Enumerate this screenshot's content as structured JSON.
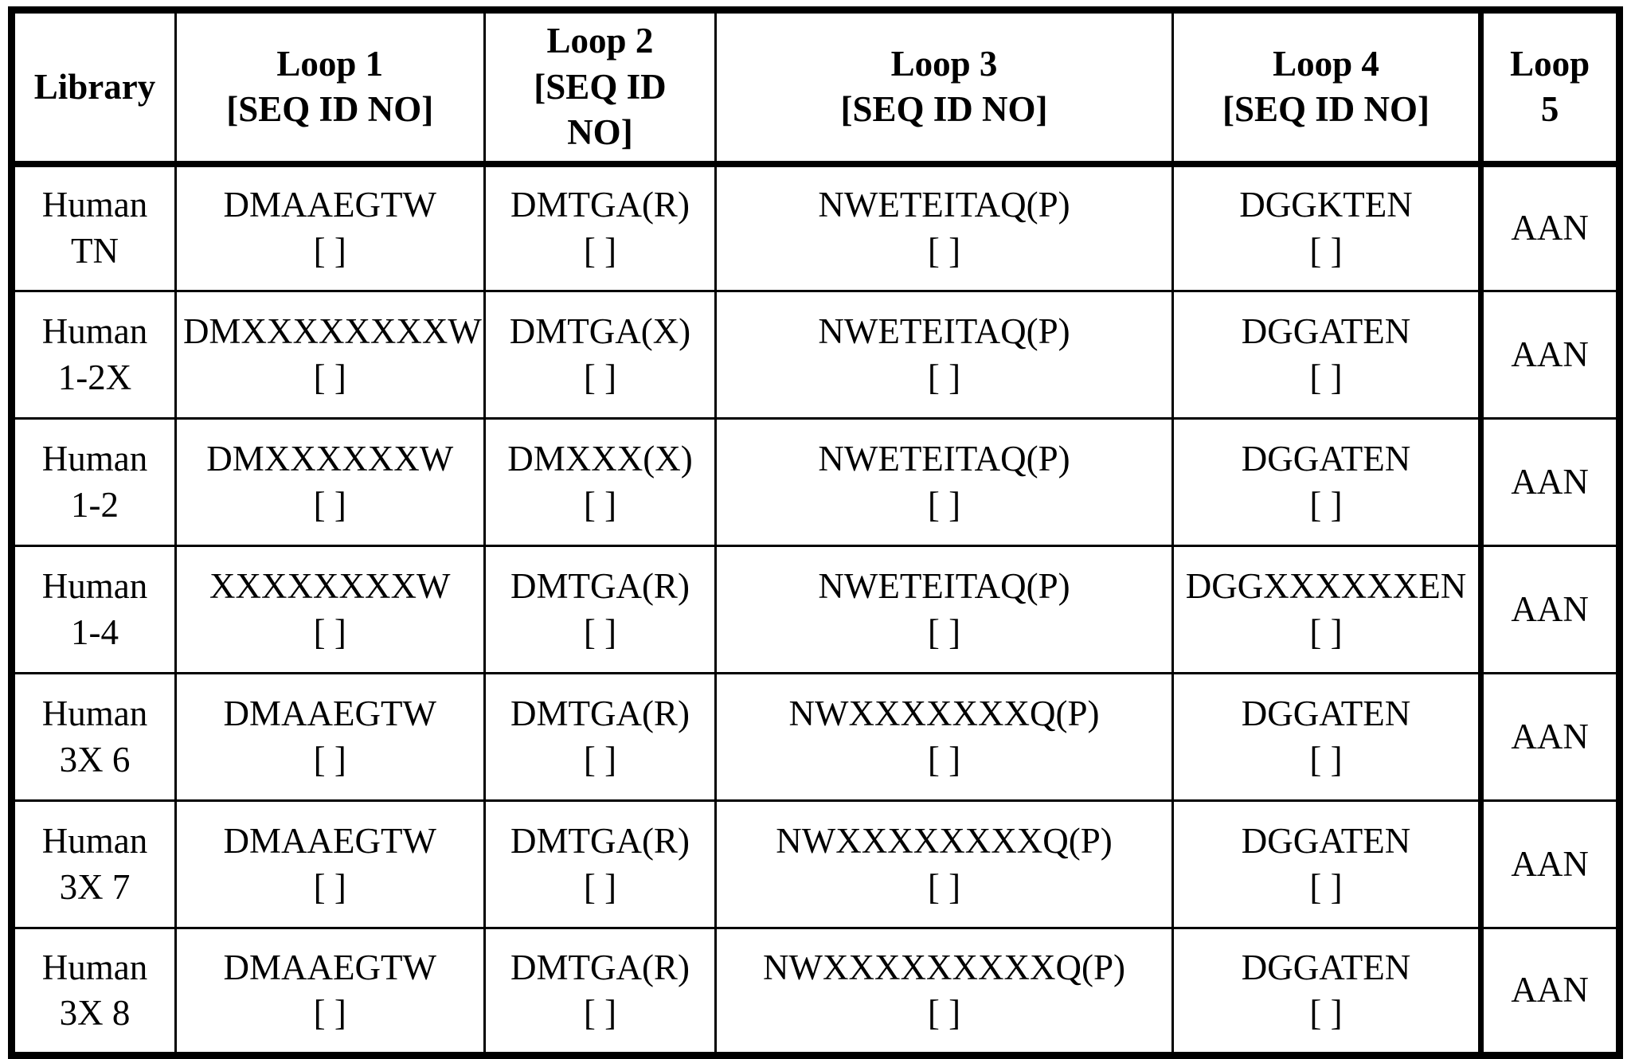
{
  "document": {
    "type": "patent-style sequence library table"
  },
  "bracket": "[ ]",
  "colors": {
    "background": "#ffffff",
    "border": "#000000",
    "text": "#000000"
  },
  "header": {
    "library": {
      "line1": "Library"
    },
    "loop1": {
      "line1": "Loop 1",
      "line2": "[SEQ ID NO]"
    },
    "loop2": {
      "line1": "Loop 2",
      "line2": "[SEQ ID",
      "line3": "NO]"
    },
    "loop3": {
      "line1": "Loop 3",
      "line2": "[SEQ ID NO]"
    },
    "loop4": {
      "line1": "Loop 4",
      "line2": "[SEQ ID NO]"
    },
    "loop5": {
      "line1": "Loop",
      "line2": "5"
    }
  },
  "rows": [
    {
      "library": [
        "Human",
        "TN"
      ],
      "loop1": "DMAAEGTW",
      "loop2": "DMTGA(R)",
      "loop3": "NWETEITAQ(P)",
      "loop4": "DGGKTEN",
      "loop5": "AAN"
    },
    {
      "library": [
        "Human",
        "1-2X"
      ],
      "loop1": "DMXXXXXXXXW",
      "loop2": "DMTGA(X)",
      "loop3": "NWETEITAQ(P)",
      "loop4": "DGGATEN",
      "loop5": "AAN"
    },
    {
      "library": [
        "Human",
        "1-2"
      ],
      "loop1": "DMXXXXXXW",
      "loop2": "DMXXX(X)",
      "loop3": "NWETEITAQ(P)",
      "loop4": "DGGATEN",
      "loop5": "AAN"
    },
    {
      "library": [
        "Human",
        "1-4"
      ],
      "loop1": "XXXXXXXXW",
      "loop2": "DMTGA(R)",
      "loop3": "NWETEITAQ(P)",
      "loop4": "DGGXXXXXXEN",
      "loop5": "AAN"
    },
    {
      "library": [
        "Human",
        "3X 6"
      ],
      "loop1": "DMAAEGTW",
      "loop2": "DMTGA(R)",
      "loop3": "NWXXXXXXXQ(P)",
      "loop4": "DGGATEN",
      "loop5": "AAN"
    },
    {
      "library": [
        "Human",
        "3X 7"
      ],
      "loop1": "DMAAEGTW",
      "loop2": "DMTGA(R)",
      "loop3": "NWXXXXXXXXQ(P)",
      "loop4": "DGGATEN",
      "loop5": "AAN"
    },
    {
      "library": [
        "Human",
        "3X 8"
      ],
      "loop1": "DMAAEGTW",
      "loop2": "DMTGA(R)",
      "loop3": "NWXXXXXXXXXQ(P)",
      "loop4": "DGGATEN",
      "loop5": "AAN"
    }
  ]
}
